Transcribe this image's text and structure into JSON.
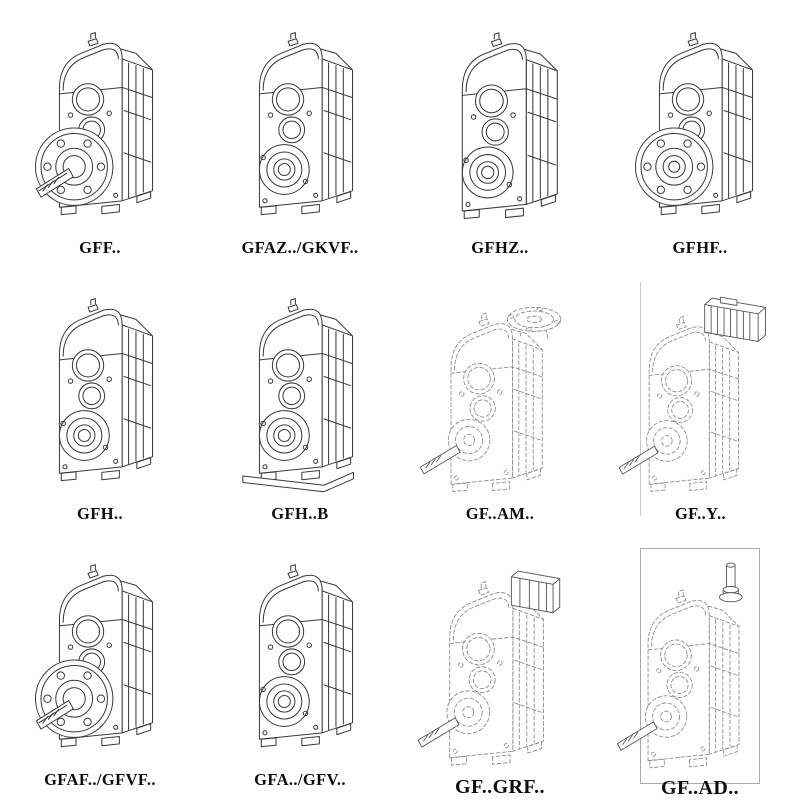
{
  "page": {
    "background": "#ffffff",
    "line_color_solid": "#3a3a3a",
    "line_color_dashed": "#8e8e8e",
    "grid": {
      "columns": 4,
      "rows": 3
    }
  },
  "cells": [
    {
      "label": "GFF..",
      "variant": "output-flange-with-solid-shaft",
      "line_style": "solid"
    },
    {
      "label": "GFAZ../GKVF..",
      "variant": "hollow-shaft-bore",
      "line_style": "solid"
    },
    {
      "label": "GFHZ..",
      "variant": "hollow-shaft-bore",
      "line_style": "solid"
    },
    {
      "label": "GFHF..",
      "variant": "output-flange-mounted",
      "line_style": "solid"
    },
    {
      "label": "GFH..",
      "variant": "hollow-shaft-bore",
      "line_style": "solid"
    },
    {
      "label": "GFH..B",
      "variant": "hollow-shaft-bore-foot-mounted",
      "line_style": "solid"
    },
    {
      "label": "GF..AM..",
      "variant": "iec-input-flange-on-top",
      "line_style": "dashed"
    },
    {
      "label": "GF..Y..",
      "variant": "motor-mounted-on-top",
      "line_style": "dashed"
    },
    {
      "label": "GFAF../GFVF..",
      "variant": "output-flange-with-solid-shaft",
      "line_style": "solid"
    },
    {
      "label": "GFA../GFV..",
      "variant": "hollow-shaft-bore",
      "line_style": "solid"
    },
    {
      "label": "GF..GRF..",
      "variant": "adapter-housing-on-top",
      "line_style": "dashed"
    },
    {
      "label": "GF..AD..",
      "variant": "vertical-input-shaft-on-top",
      "line_style": "dashed"
    }
  ]
}
